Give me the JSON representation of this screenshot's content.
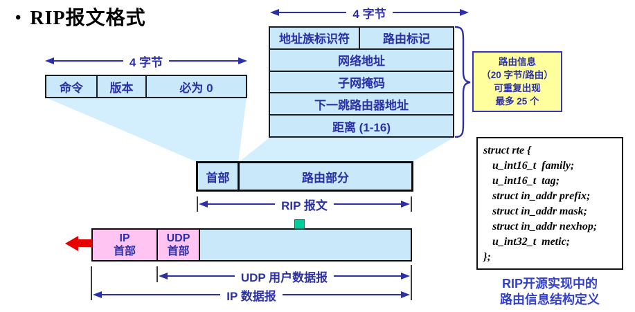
{
  "title": {
    "bullet": "•",
    "text": "RIP报文格式"
  },
  "header_fields": {
    "dim_label": "4 字节",
    "cells": [
      "命令",
      "版本",
      "必为 0"
    ]
  },
  "route_entry": {
    "dim_label": "4 字节",
    "row1_left": "地址族标识符",
    "row1_right": "路由标记",
    "row2": "网络地址",
    "row3": "子网掩码",
    "row4": "下一跳路由器地址",
    "row5": "距离 (1-16)"
  },
  "note_box": {
    "lines": [
      "路由信息",
      "（20 字节/路由）",
      "可重复出现",
      "最多 25 个"
    ]
  },
  "rip_message": {
    "header_cell": "首部",
    "body_cell": "路由部分",
    "dim_label": "RIP 报文"
  },
  "encapsulation": {
    "ip_header_line1": "IP",
    "ip_header_line2": "首部",
    "udp_header_line1": "UDP",
    "udp_header_line2": "首部",
    "udp_dim_label": "UDP 用户数据报",
    "ip_dim_label": "IP 数据报"
  },
  "code_box": {
    "lines": [
      "struct rte {",
      "u_int16_t  family;",
      "u_int16_t  tag;",
      "struct in_addr prefix;",
      "struct in_addr mask;",
      "struct in_addr nexhop;",
      "u_int32_t  metic;",
      "};"
    ]
  },
  "caption": {
    "lines": [
      "RIP开源实现中的",
      "路由信息结构定义"
    ]
  },
  "colors": {
    "cell_fill": "#C9E8F9",
    "funnel_fill": "#D3EEFD",
    "navy_text": "#2B2FA8",
    "note_fill": "#FFFF9E",
    "pink_fill": "#FFC4F1",
    "red_arrow": "#E60000",
    "green_marker": "#00CC99"
  }
}
